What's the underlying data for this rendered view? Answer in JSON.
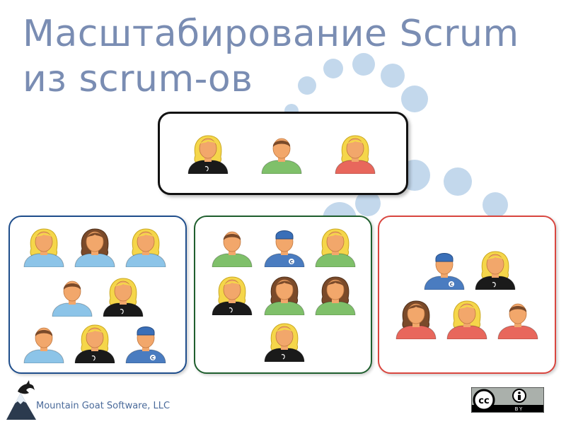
{
  "slide": {
    "title": "Масштабирование Scrum из scrum-ов",
    "footer": "Mountain Goat Software, LLC",
    "badge_text": "BY"
  },
  "colors": {
    "title": "#7a8db3",
    "dots": "#c3d8ec",
    "team_blue_border": "#1f4e8c",
    "team_green_border": "#1f5f2e",
    "team_red_border": "#d9463f",
    "shirt_blue": "#8cc4e8",
    "shirt_green": "#7fc06a",
    "shirt_red": "#e8675c",
    "shirt_black": "#1a1a1a",
    "shirt_navy": "#4a7cc0"
  },
  "teams": [
    {
      "name": "scrum-of-scrums",
      "members": [
        "blonde-black",
        "man-green",
        "blonde-red"
      ]
    },
    {
      "name": "team-blue",
      "members": [
        "blonde-blue",
        "brunette-blue",
        "blonde-blue",
        "man-blue",
        "blonde-black",
        "man-blue",
        "blonde-black",
        "cap-navy"
      ]
    },
    {
      "name": "team-green",
      "members": [
        "man-green",
        "cap-navy",
        "blonde-green",
        "blonde-black",
        "brunette-green",
        "brunette-green",
        "blonde-black"
      ]
    },
    {
      "name": "team-red",
      "members": [
        "cap-navy",
        "blonde-black",
        "brunette-red",
        "blonde-red",
        "man-red"
      ]
    }
  ]
}
